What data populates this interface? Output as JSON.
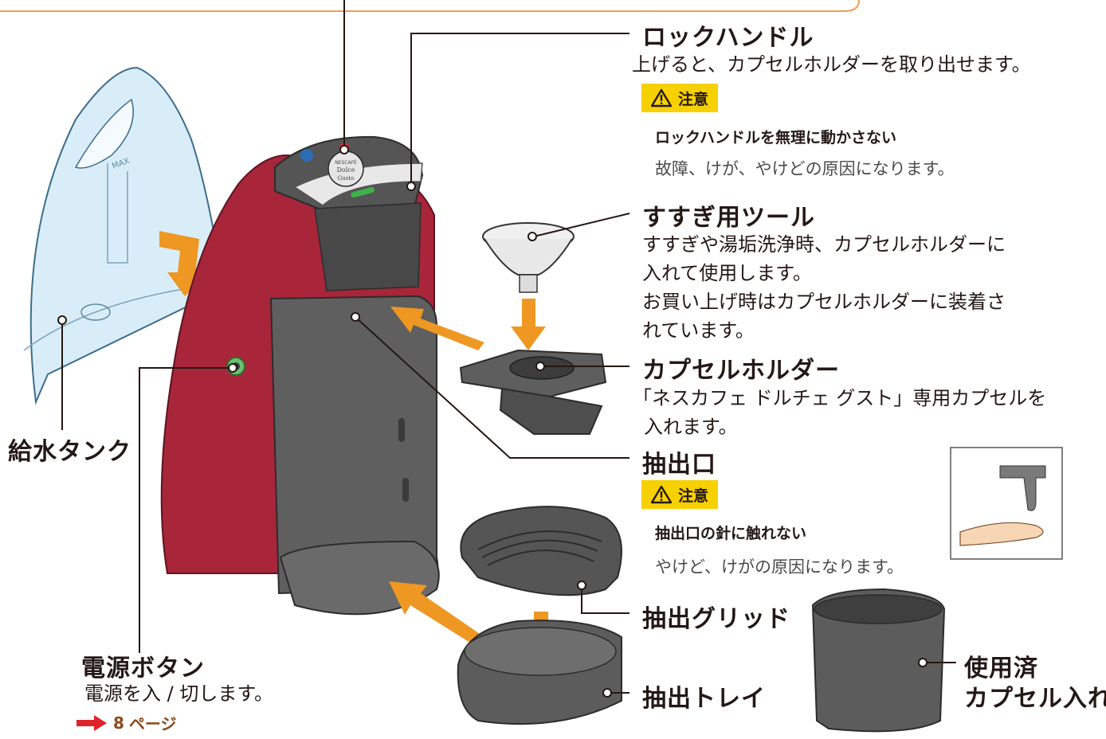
{
  "labels": {
    "lock_handle": {
      "title": "ロックハンドル",
      "desc": "上げると、カプセルホルダーを取り出せます。",
      "caution_label": "注意",
      "caution_heading": "ロックハンドルを無理に動かさない",
      "caution_text": "故障、けが、やけどの原因になります。"
    },
    "rinse_tool": {
      "title": "すすぎ用ツール",
      "desc_lines": [
        "すすぎや湯垢洗浄時、カプセルホルダーに",
        "入れて使用します。",
        "お買い上げ時はカプセルホルダーに装着さ",
        "れています。"
      ]
    },
    "capsule_holder": {
      "title": "カプセルホルダー",
      "desc_lines": [
        "「ネスカフェ ドルチェ グスト」専用カプセルを",
        "入れます。"
      ]
    },
    "outlet": {
      "title": "抽出口",
      "caution_label": "注意",
      "caution_heading": "抽出口の針に触れない",
      "caution_text": "やけど、けがの原因になります。"
    },
    "grid": {
      "title": "抽出グリッド"
    },
    "tray": {
      "title": "抽出トレイ"
    },
    "used_capsule": {
      "title_lines": [
        "使用済",
        "カプセル入れ"
      ]
    },
    "water_tank": {
      "title": "給水タンク"
    },
    "power_button": {
      "title": "電源ボタン",
      "desc": "電源を入 / 切します。",
      "page_num": "8",
      "page_suffix": "ページ"
    }
  },
  "product_logo": {
    "lines": [
      "NESCAFÉ",
      "Dolce",
      "Gusto"
    ]
  },
  "tank_marking": "MAX",
  "colors": {
    "machine_red": "#a8253a",
    "machine_gray": "#606060",
    "arrow_orange": "#ee9722",
    "caution_yellow": "#f7d000",
    "tank_blue": "#cfe7f5",
    "leader_line": "#231815",
    "callout_border": "#ee9d52"
  },
  "icons": [
    "warning-triangle-icon",
    "right-arrow-icon"
  ]
}
